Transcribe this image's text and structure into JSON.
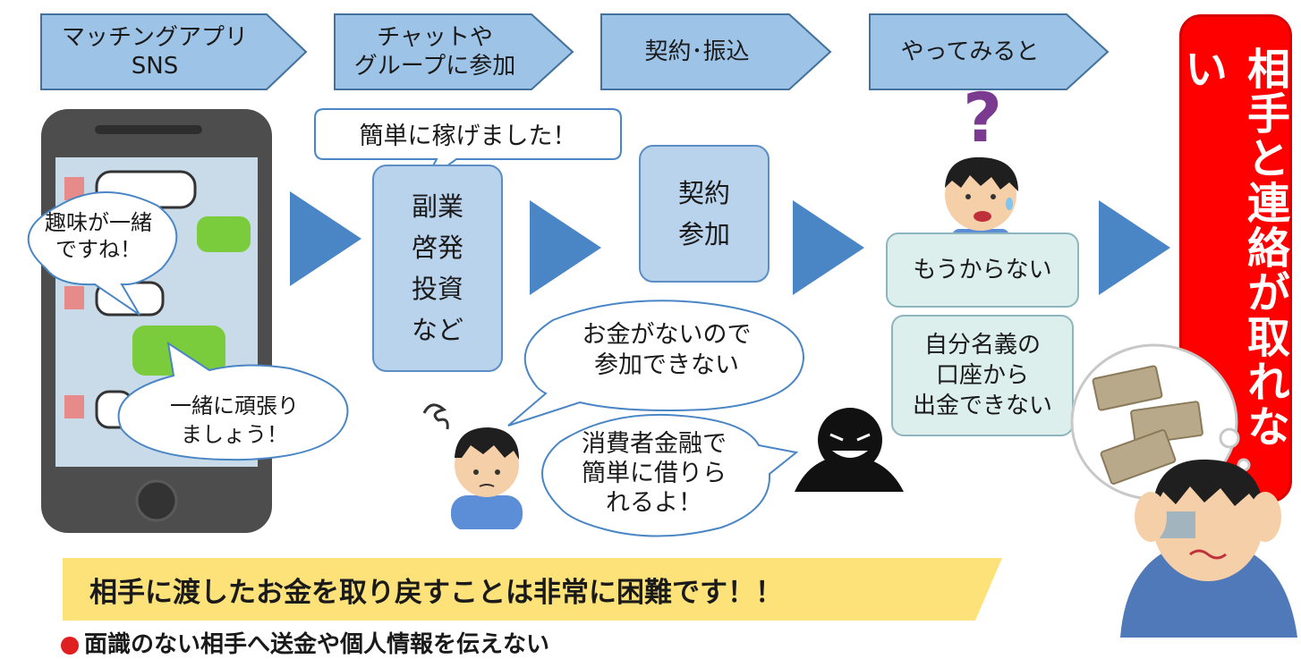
{
  "steps": [
    {
      "lines": [
        "マッチングアプリ",
        "SNS"
      ]
    },
    {
      "lines": [
        "チャットや",
        "グループに参加"
      ]
    },
    {
      "lines": [
        "契約･振込"
      ]
    },
    {
      "lines": [
        "やってみると"
      ]
    }
  ],
  "result_band": "相手と連絡が取れない",
  "phone": {
    "bubble1": [
      "趣味が一緒",
      "ですね！"
    ],
    "bubble2": [
      "一緒に頑張り",
      "ましょう！"
    ]
  },
  "lure": {
    "bubble": "簡単に稼げました！",
    "box": [
      "副業",
      "啓発",
      "投資",
      "など"
    ]
  },
  "contract_box": [
    "契約",
    "参加"
  ],
  "victim_bubble": [
    "お金がないので",
    "参加できない"
  ],
  "scammer_bubble": [
    "消費者金融で",
    "簡単に借りら",
    "れるよ！"
  ],
  "outcomes": {
    "no_profit": "もうからない",
    "no_withdraw": [
      "自分名義の",
      "口座から",
      "出金できない"
    ]
  },
  "question_mark": "?",
  "banner": "相手に渡したお金を取り戻すことは非常に困難です！！",
  "footer_note": "面識のない相手へ送金や個人情報を伝えない",
  "colors": {
    "step_fill": "#9dc3e6",
    "step_stroke": "#41719c",
    "arrow": "#4a86c5",
    "box_fill": "#b9d3ec",
    "outcome_fill": "#dcefec",
    "band_red": "#ff0000",
    "banner_yellow": "#fde27a",
    "question": "#7a3a8f"
  }
}
